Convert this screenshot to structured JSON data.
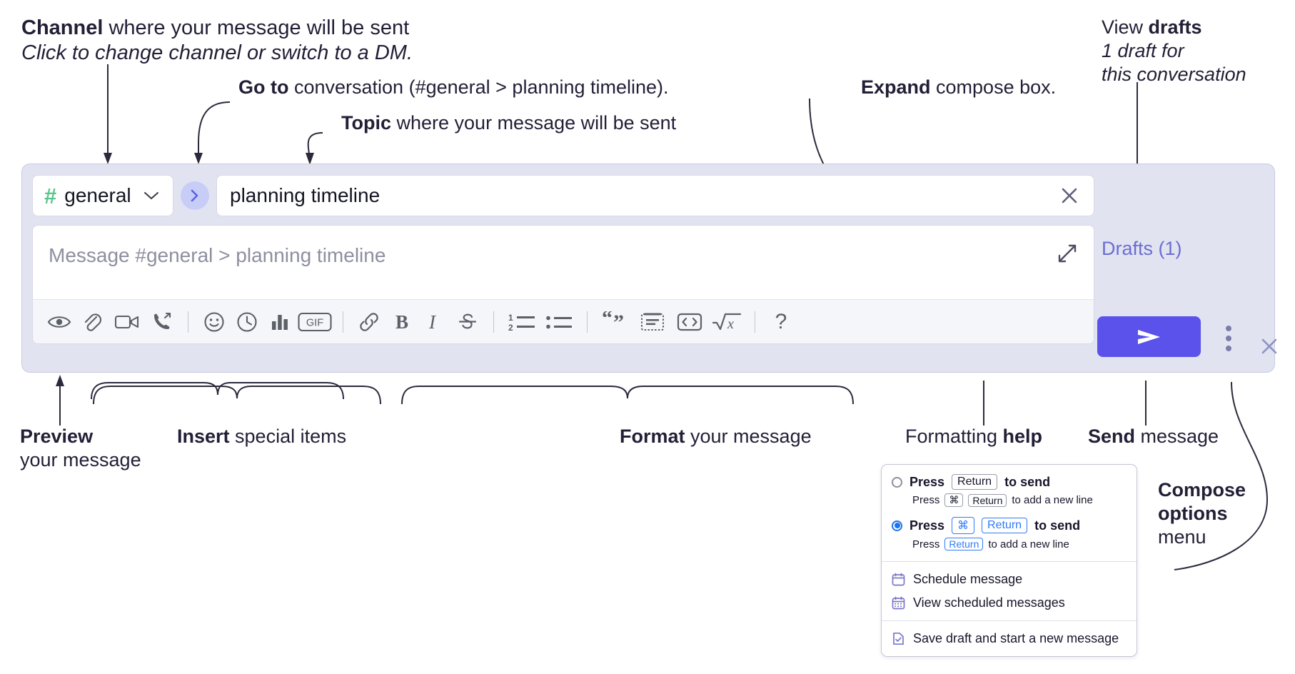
{
  "annotations": {
    "channel": {
      "title_bold": "Channel",
      "title_rest": " where your message will be sent",
      "subtitle": "Click to change channel or switch to a DM."
    },
    "goto": {
      "bold": "Go to",
      "rest": " conversation (#general > planning timeline)."
    },
    "topic": {
      "bold": "Topic",
      "rest": " where your message will be sent"
    },
    "expand": {
      "bold": "Expand",
      "rest": " compose box."
    },
    "drafts": {
      "bold_lead": "View ",
      "bold": "drafts",
      "line2": "1 draft for",
      "line3": "this conversation"
    },
    "preview": {
      "bold": "Preview",
      "line2": "your message"
    },
    "insert": {
      "bold": "Insert",
      "rest": " special items"
    },
    "format": {
      "bold": "Format",
      "rest": " your message"
    },
    "formatting_help": {
      "rest": "Formatting ",
      "bold": "help"
    },
    "send": {
      "bold": "Send",
      "rest": " message"
    },
    "compose_options": {
      "line1": "Compose",
      "line2": "options",
      "line3": "menu"
    }
  },
  "compose": {
    "channel_name": "general",
    "channel_hash": "#",
    "topic_value": "planning timeline",
    "message_placeholder": "Message #general > planning timeline",
    "drafts_label": "Drafts (1)",
    "toolbar_left": [
      {
        "name": "preview-icon",
        "label": "Preview"
      },
      {
        "name": "attachment-icon",
        "label": "Attach file"
      },
      {
        "name": "video-icon",
        "label": "Record video clip"
      },
      {
        "name": "phone-forward-icon",
        "label": "Huddle"
      }
    ],
    "toolbar_insert": [
      {
        "name": "emoji-icon",
        "label": "Emoji"
      },
      {
        "name": "clock-icon",
        "label": "Reminder"
      },
      {
        "name": "poll-icon",
        "label": "Poll"
      },
      {
        "name": "gif-icon",
        "label": "GIF"
      }
    ],
    "toolbar_format": [
      {
        "name": "link-icon",
        "label": "Link"
      },
      {
        "name": "bold-icon",
        "label": "Bold"
      },
      {
        "name": "italic-icon",
        "label": "Italic"
      },
      {
        "name": "strikethrough-icon",
        "label": "Strikethrough"
      },
      {
        "name": "ordered-list-icon",
        "label": "Ordered list"
      },
      {
        "name": "bulleted-list-icon",
        "label": "Bulleted list"
      },
      {
        "name": "blockquote-icon",
        "label": "Blockquote"
      },
      {
        "name": "code-block-icon",
        "label": "Code block"
      },
      {
        "name": "inline-code-icon",
        "label": "Code"
      },
      {
        "name": "latex-icon",
        "label": "Math"
      }
    ],
    "help_label": "?",
    "gif_label": "GIF"
  },
  "menu": {
    "option_1": {
      "pre": "Press",
      "key": "Return",
      "post": "to send",
      "selected": false
    },
    "option_1_sub": {
      "pre": "Press",
      "key1": "⌘",
      "key2": "Return",
      "post": "to add a new line"
    },
    "option_2": {
      "pre": "Press",
      "key1": "⌘",
      "key2": "Return",
      "post": "to send",
      "selected": true
    },
    "option_2_sub": {
      "pre": "Press",
      "key": "Return",
      "post": "to add a new line"
    },
    "items": [
      {
        "icon": "calendar-icon",
        "label": "Schedule message"
      },
      {
        "icon": "calendar-grid-icon",
        "label": "View scheduled messages"
      },
      {
        "icon": "save-draft-icon",
        "label": "Save draft and start a new message"
      }
    ]
  },
  "colors": {
    "accent_send": "#5a52ea",
    "widget_bg": "#e2e3f1",
    "hash_green": "#5bc58f",
    "drafts_text": "#6a6fd0",
    "radio_blue": "#1a73f0"
  }
}
